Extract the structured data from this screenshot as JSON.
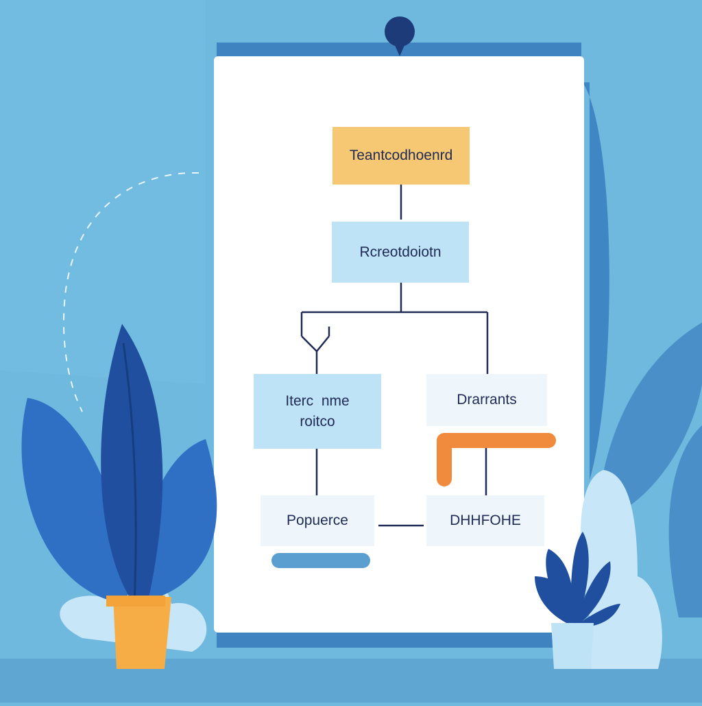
{
  "colors": {
    "background": "#6fb8de",
    "board": "#ffffff",
    "board_shadow": "#4a8fc7",
    "node_root": "#f7c873",
    "node_blue": "#bfe3f6",
    "node_pale": "#eef6fc",
    "connector": "#1f2a55",
    "accent_orange": "#f08a3c",
    "accent_blue": "#5a9fd0",
    "leaf_dark": "#1f4f9e",
    "pot_yellow": "#f6ad45"
  },
  "diagram": {
    "nodes": [
      {
        "id": "root",
        "lines": [
          "Teantcodhoenrd"
        ]
      },
      {
        "id": "second",
        "lines": [
          "Rcreotdoiotn"
        ]
      },
      {
        "id": "left",
        "lines": [
          "Iterc  nme",
          "roitco"
        ]
      },
      {
        "id": "right",
        "lines": [
          "Drarrants"
        ]
      },
      {
        "id": "bottom-left",
        "lines": [
          "Popuerce"
        ]
      },
      {
        "id": "bottom-right",
        "lines": [
          "DHHFOHE"
        ]
      }
    ]
  },
  "icons": [
    "pin-icon",
    "plant-left-icon",
    "plant-right-icon"
  ]
}
